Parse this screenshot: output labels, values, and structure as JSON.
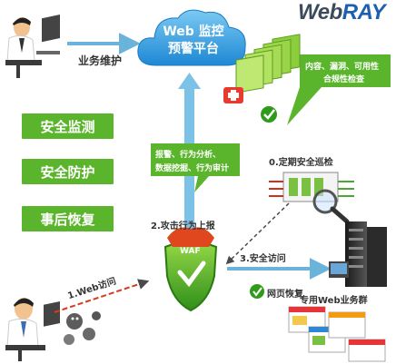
{
  "logo": {
    "prefix": "Web",
    "suffix": "RAY"
  },
  "cloud": {
    "line1": "Web 监控",
    "line2": "预警平台"
  },
  "labels": {
    "business_maintenance": "业务维护",
    "step0": "0.定期安全巡检",
    "step1": "1.Web访问",
    "step2": "2.攻击行为上报",
    "step3": "3.安全访问",
    "page_restore": "网页恢复",
    "server_group": "专用Web业务群",
    "waf": "WAF"
  },
  "bubbles": {
    "left": [
      "报警、行为分析、",
      "数据挖掘、行为审计"
    ],
    "right": [
      "内容、漏洞、可用性",
      "合规性检查"
    ]
  },
  "side_boxes": [
    "安全监测",
    "安全防护",
    "事后恢复"
  ],
  "colors": {
    "green": "#5bb52c",
    "blue_arrow": "#6ab4dc",
    "cloud": "#3fa5e3",
    "waf_red": "#d93a1a",
    "dark": "#2f2f2f"
  }
}
